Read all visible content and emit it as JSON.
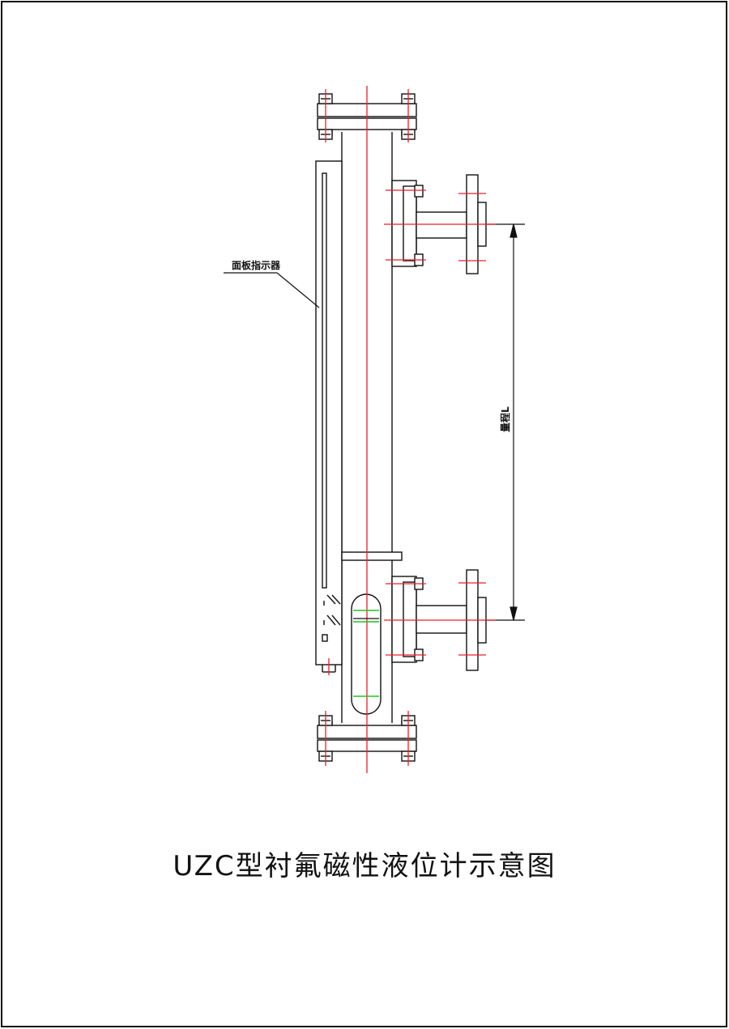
{
  "drawing": {
    "title": "UZC型衬氟磁性液位计示意图",
    "callout_label": "面板指示器",
    "dimension_label": "量程L"
  },
  "colors": {
    "outline": "#111111",
    "centerline": "#e8202a",
    "float_marks": "#22c322",
    "background": "#ffffff"
  }
}
